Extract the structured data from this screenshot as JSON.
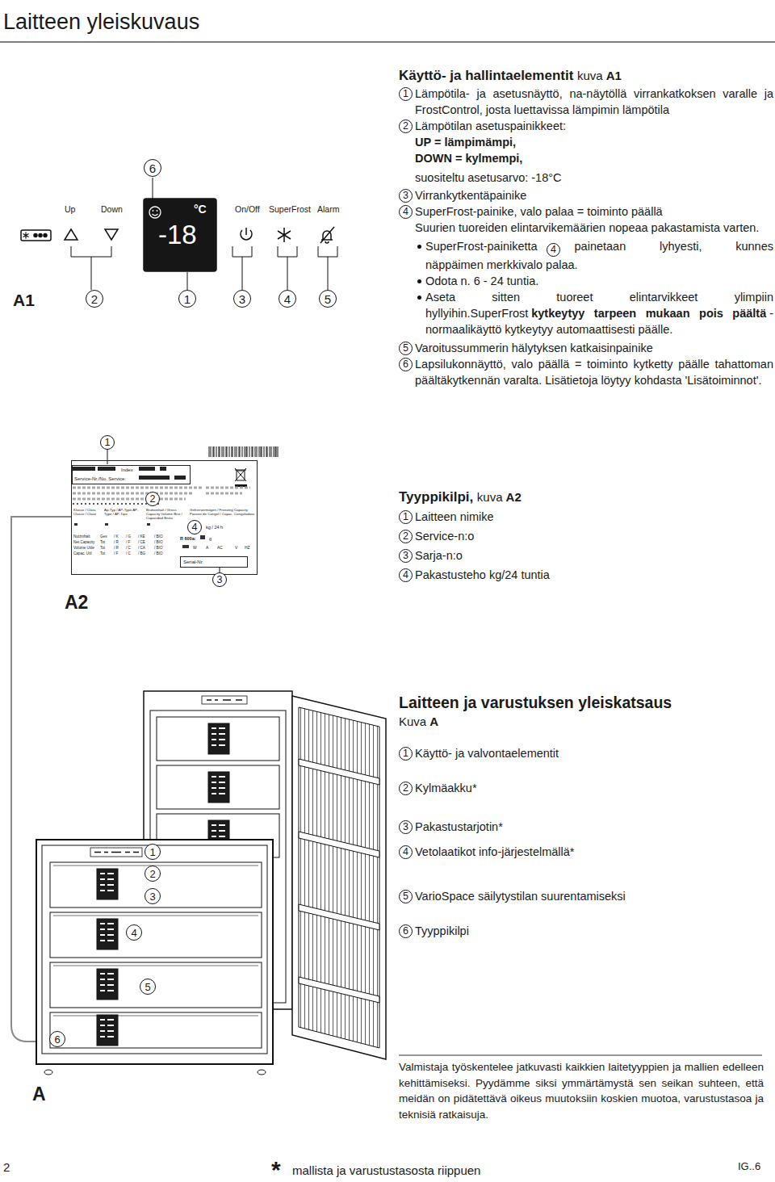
{
  "diagram": {
    "title": "Laitteen yleiskuvaus",
    "nodes": [
      {
        "text": [
          "°C",
          "-18"
        ]
      },
      {
        "text": [
          "Klasse / Class Classe / Clase",
          "Ap-Typ / AP-Type AP-Type / AP-Tipo",
          "Bruttoinhalt / Gross Capacity Volume Brut / Capacidad Bruta",
          "Gefriervermögen / Freezing Capacity Pouvoir de Congel / Capac. Congeladora",
          "Nutzinhalt",
          "Net.Capacity",
          "Volume Utile",
          "Capac. Util",
          "Ges",
          "Tot",
          "Tot",
          "Tot",
          "/ K",
          "/ R",
          "/ R",
          "/ F",
          "/ G",
          "/ F",
          "/ C",
          "/ C",
          "/ KE",
          "/ CE",
          "/ CA",
          "/ BG",
          "/ BIO",
          "/ BIO",
          "/ BIO",
          "/ BIO",
          "kg / 24 h",
          "R 600a:",
          "g",
          "W",
          "A",
          "AC",
          "V",
          "HZ"
        ]
      },
      {
        "text": [
          "Index",
          "Service-Nr./No. Service:"
        ],
        "in": 1
      },
      {
        "text": [
          "Serial-Nr."
        ],
        "in": 1
      }
    ],
    "labels": [
      "A1",
      "Up",
      "Down",
      "On/Off",
      "SuperFrost",
      "Alarm",
      "6",
      "2",
      "1",
      "3",
      "4",
      "5",
      "Käyttö- ja hallintaelementit",
      "kuva",
      "A1",
      "1",
      "Lämpötila- ja asetusnäyttö, na-näytöllä virrankatkoksen varalle ja FrostControl, josta luettavissa lämpimin lämpötila",
      "2",
      "Lämpötilan asetuspainikkeet:",
      "UP = lämpimämpi,",
      "DOWN = kylmempi,",
      "suositeltu asetusarvo: -18°C",
      "3",
      "Virrankytkentäpainike",
      "4",
      "SuperFrost-painike, valo palaa = toiminto päällä",
      "Suurien tuoreiden elintarvikemäärien nopeaa pakastamista varten.",
      "SuperFrost-painiketta",
      "4",
      "painetaan lyhyesti, kunnes näppäimen merkkivalo palaa.",
      "Odota n. 6 - 24 tuntia.",
      "Aseta sitten tuoreet elintarvikkeet ylimpiin hyllyihin.SuperFrost",
      "kytkeytyy tarpeen mukaan pois päältä",
      "- normaalikäyttö kytkeytyy automaattisesti päälle.",
      "5",
      "Varoitussummerin hälytyksen katkaisinpainike",
      "6",
      "Lapsilukonnäyttö, valo päällä = toiminto kytketty päälle tahattoman päältäkytkennän varalta. Lisätietoja löytyy kohdasta 'Lisätoiminnot'.",
      "1",
      "2",
      "4",
      "3",
      "A2",
      "Tyyppikilpi,",
      "kuva",
      "A2",
      "1",
      "Laitteen nimike",
      "2",
      "Service-n:o",
      "3",
      "Sarja-n:o",
      "4",
      "Pakastusteho kg/24 tuntia",
      "Laitteen ja varustuksen yleiskatsaus",
      "Kuva",
      "A",
      "1",
      "Käyttö- ja valvontaelementit",
      "2",
      "Kylmäakku*",
      "3",
      "Pakastustarjotin*",
      "4",
      "Vetolaatikot info-järjestelmällä*",
      "5",
      "VarioSpace säilytystilan suurentamiseksi",
      "6",
      "Tyyppikilpi",
      "1",
      "2",
      "3",
      "4",
      "5",
      "6",
      "A",
      "Valmistaja työskentelee jatkuvasti kaikkien laitetyyppien ja mallien edelleen kehittämiseksi. Pyydämme siksi ymmärtämystä sen seikan suhteen, että meidän on pidätettävä oikeus muutoksiin koskien muotoa, varustustasoa ja teknisiä ratkaisuja.",
      "2",
      "*",
      "mallista ja varustustasosta riippuen",
      "IG..6"
    ]
  }
}
